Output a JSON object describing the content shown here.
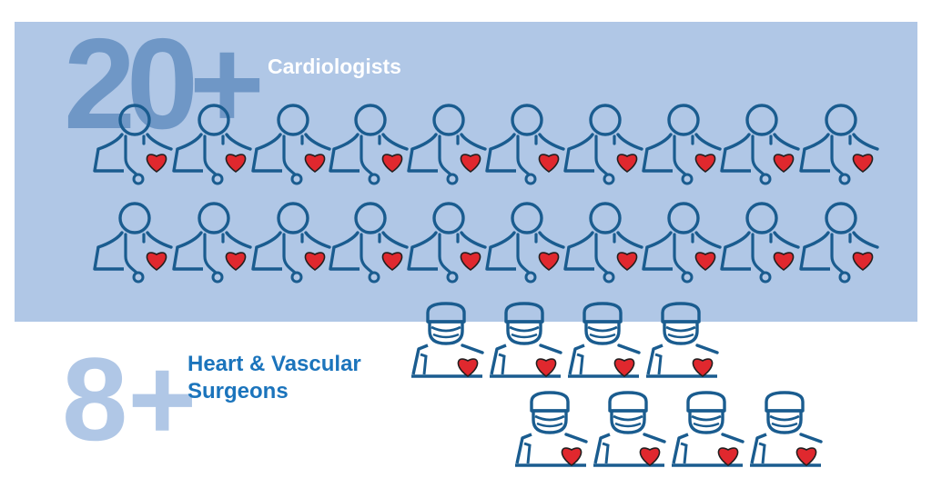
{
  "cardiologists": {
    "count_label": "20+",
    "label": "Cardiologists",
    "icon": "doctor-stethoscope-heart-icon",
    "count": 20
  },
  "surgeons": {
    "count_label": "8+",
    "label_line1": "Heart & Vascular",
    "label_line2": "Surgeons",
    "icon": "surgeon-cap-mask-heart-icon",
    "count": 8
  },
  "colors": {
    "band": "#b0c7e6",
    "big_number_dark": "#6f97c6",
    "big_number_light": "#b0c7e6",
    "icon_stroke": "#1a5c8f",
    "heart": "#e0282e",
    "heart_outline": "#231f20",
    "accent_text": "#1b74bc"
  }
}
